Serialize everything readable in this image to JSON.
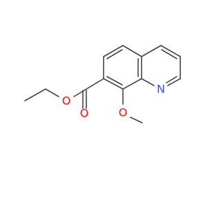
{
  "molecule": {
    "atoms": [
      {
        "id": "o_ether_ester",
        "symbol": "O",
        "color": "#ff0d0d"
      },
      {
        "id": "o_carbonyl",
        "symbol": "O",
        "color": "#ff0d0d"
      },
      {
        "id": "o_methoxy",
        "symbol": "O",
        "color": "#ff0d0d"
      },
      {
        "id": "n_ring",
        "symbol": "N",
        "color": "#3050f8"
      }
    ],
    "bond_color": "#444444"
  }
}
